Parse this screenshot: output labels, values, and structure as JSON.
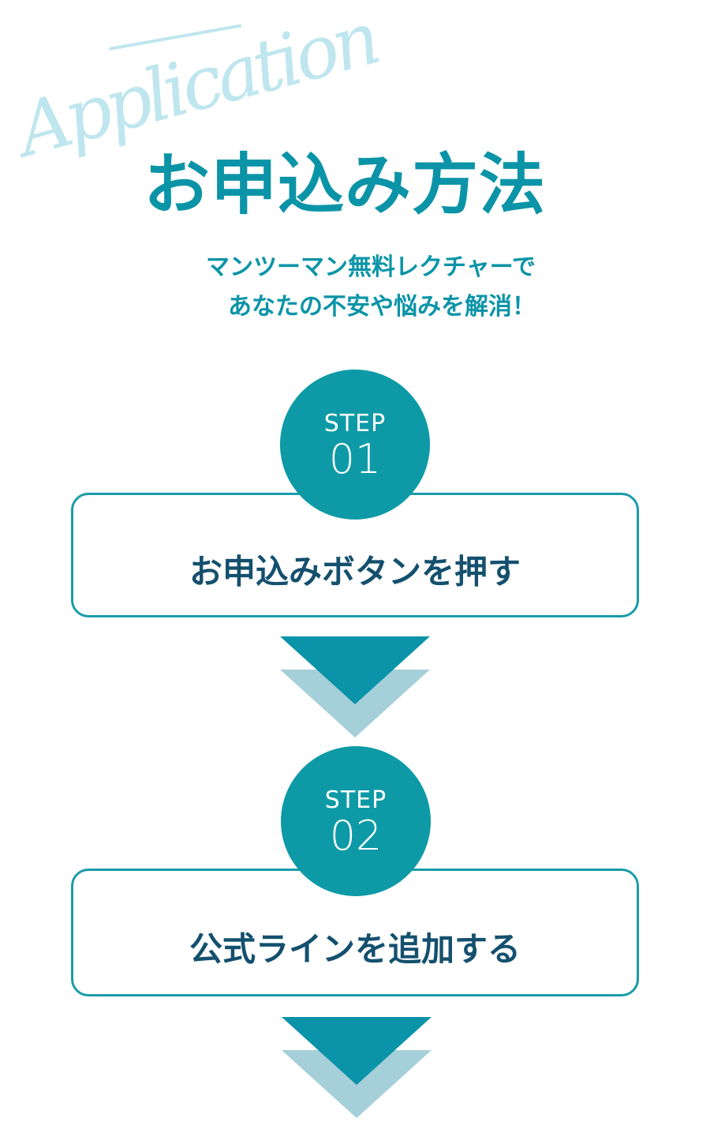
{
  "header": {
    "script_text": "Application",
    "title": "お申込み方法",
    "subtitle_line1": "マンツーマン無料レクチャーで",
    "subtitle_line2": "あなたの不安や悩みを解消！"
  },
  "steps": [
    {
      "label": "STEP",
      "number": "01",
      "title": "お申込みボタンを押す"
    },
    {
      "label": "STEP",
      "number": "02",
      "title": "公式ラインを追加する"
    }
  ],
  "colors": {
    "accent": "#0b94a7",
    "circle": "#0d9aa6",
    "border": "#1a9ca8",
    "step_title": "#14506e",
    "arrow_dark": "#0a93a9",
    "arrow_light": "#a5cfd9",
    "script": "#bfe6ee"
  }
}
